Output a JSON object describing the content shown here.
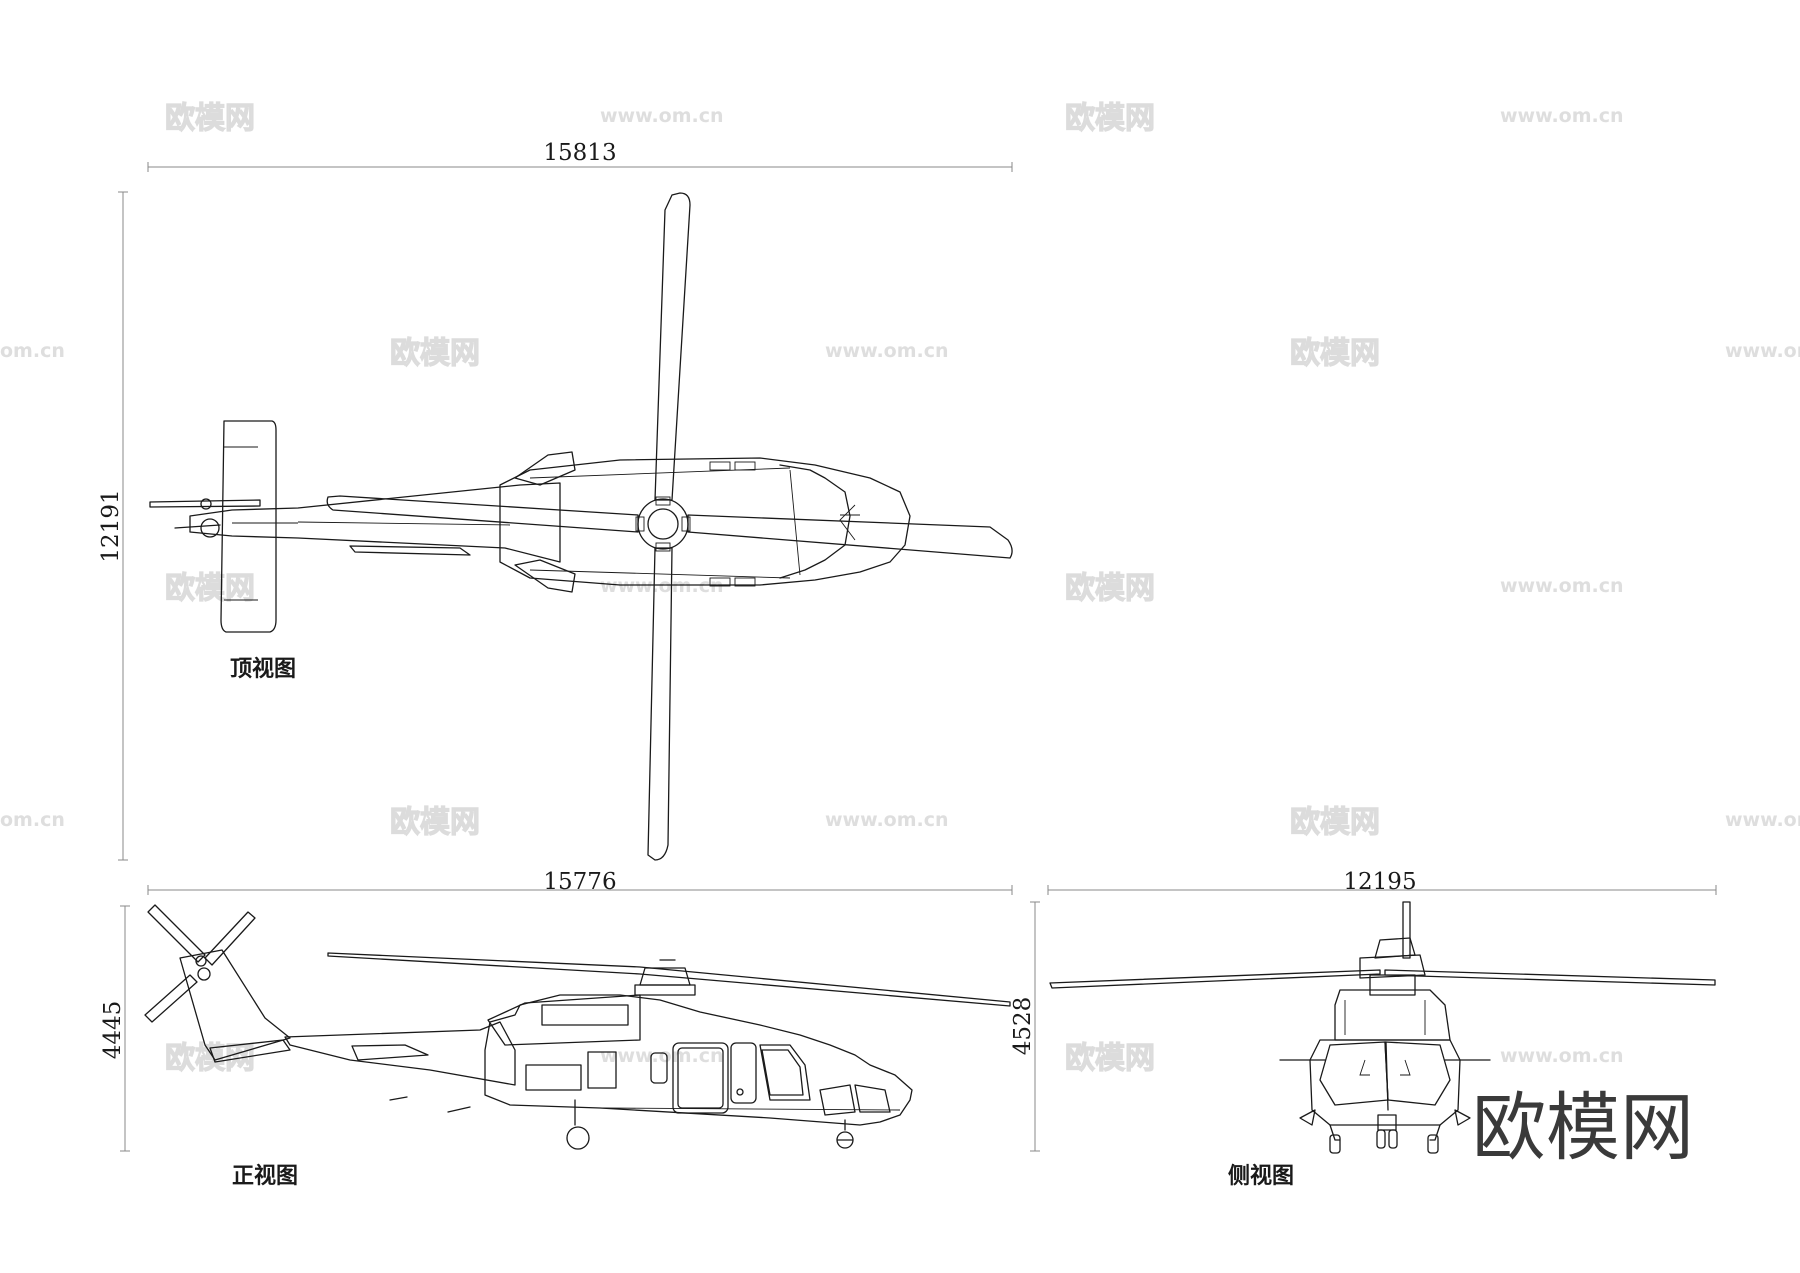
{
  "dimensions": {
    "top_length": "15813",
    "top_width": "12191",
    "front_length": "15776",
    "front_height": "4445",
    "side_width": "12195",
    "side_height": "4528"
  },
  "labels": {
    "top_view": "顶视图",
    "front_view": "正视图",
    "side_view": "侧视图"
  },
  "watermark": {
    "brand": "欧模网",
    "url": "www.om.cn",
    "url_partial": "om.cn"
  },
  "logo_text": "欧模网"
}
